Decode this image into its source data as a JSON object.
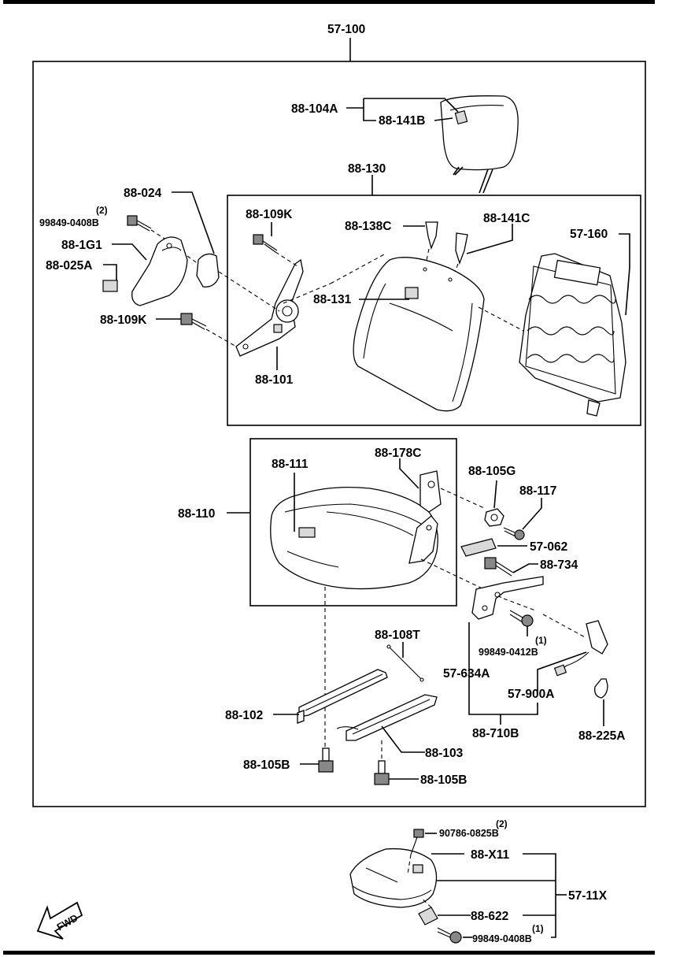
{
  "labels": {
    "main_assembly": "57-100",
    "headrest": "88-104A",
    "headrest_guide": "88-141B",
    "back_frame": "88-130",
    "back_pad_bolt": "88-109K",
    "guide_c": "88-138C",
    "guide_d": "88-141C",
    "back_frame_part": "57-160",
    "back_cover": "88-131",
    "recliner_cover": "88-024",
    "screw_qty": "(2)",
    "screw": "99849-0408B",
    "recliner_cover_inner": "88-1G1",
    "knob": "88-025A",
    "recliner_bolt": "88-109K",
    "recliner": "88-101",
    "cushion_assy": "88-110",
    "cushion_cover": "88-111",
    "bracket": "88-178C",
    "nut_cap": "88-105G",
    "screw_117": "88-117",
    "lever": "57-062",
    "bolt_734": "88-734",
    "screw_0412_qty": "(1)",
    "screw_0412": "99849-0412B",
    "buckle": "57-634A",
    "seatbelt_sensor": "57-900A",
    "buckle_assy": "88-710B",
    "wire": "88-108T",
    "rail_left": "88-102",
    "rail_right": "88-103",
    "bolt_left": "88-105B",
    "bolt_right": "88-105B",
    "clip": "88-225A",
    "armrest_bolt_qty": "(2)",
    "armrest_bolt": "90786-0825B",
    "armrest_part": "88-X11",
    "armrest_assy": "57-11X",
    "armrest_cap": "88-622",
    "armrest_screw_qty": "(1)",
    "armrest_screw": "99849-0408B",
    "fwd": "FWD"
  }
}
